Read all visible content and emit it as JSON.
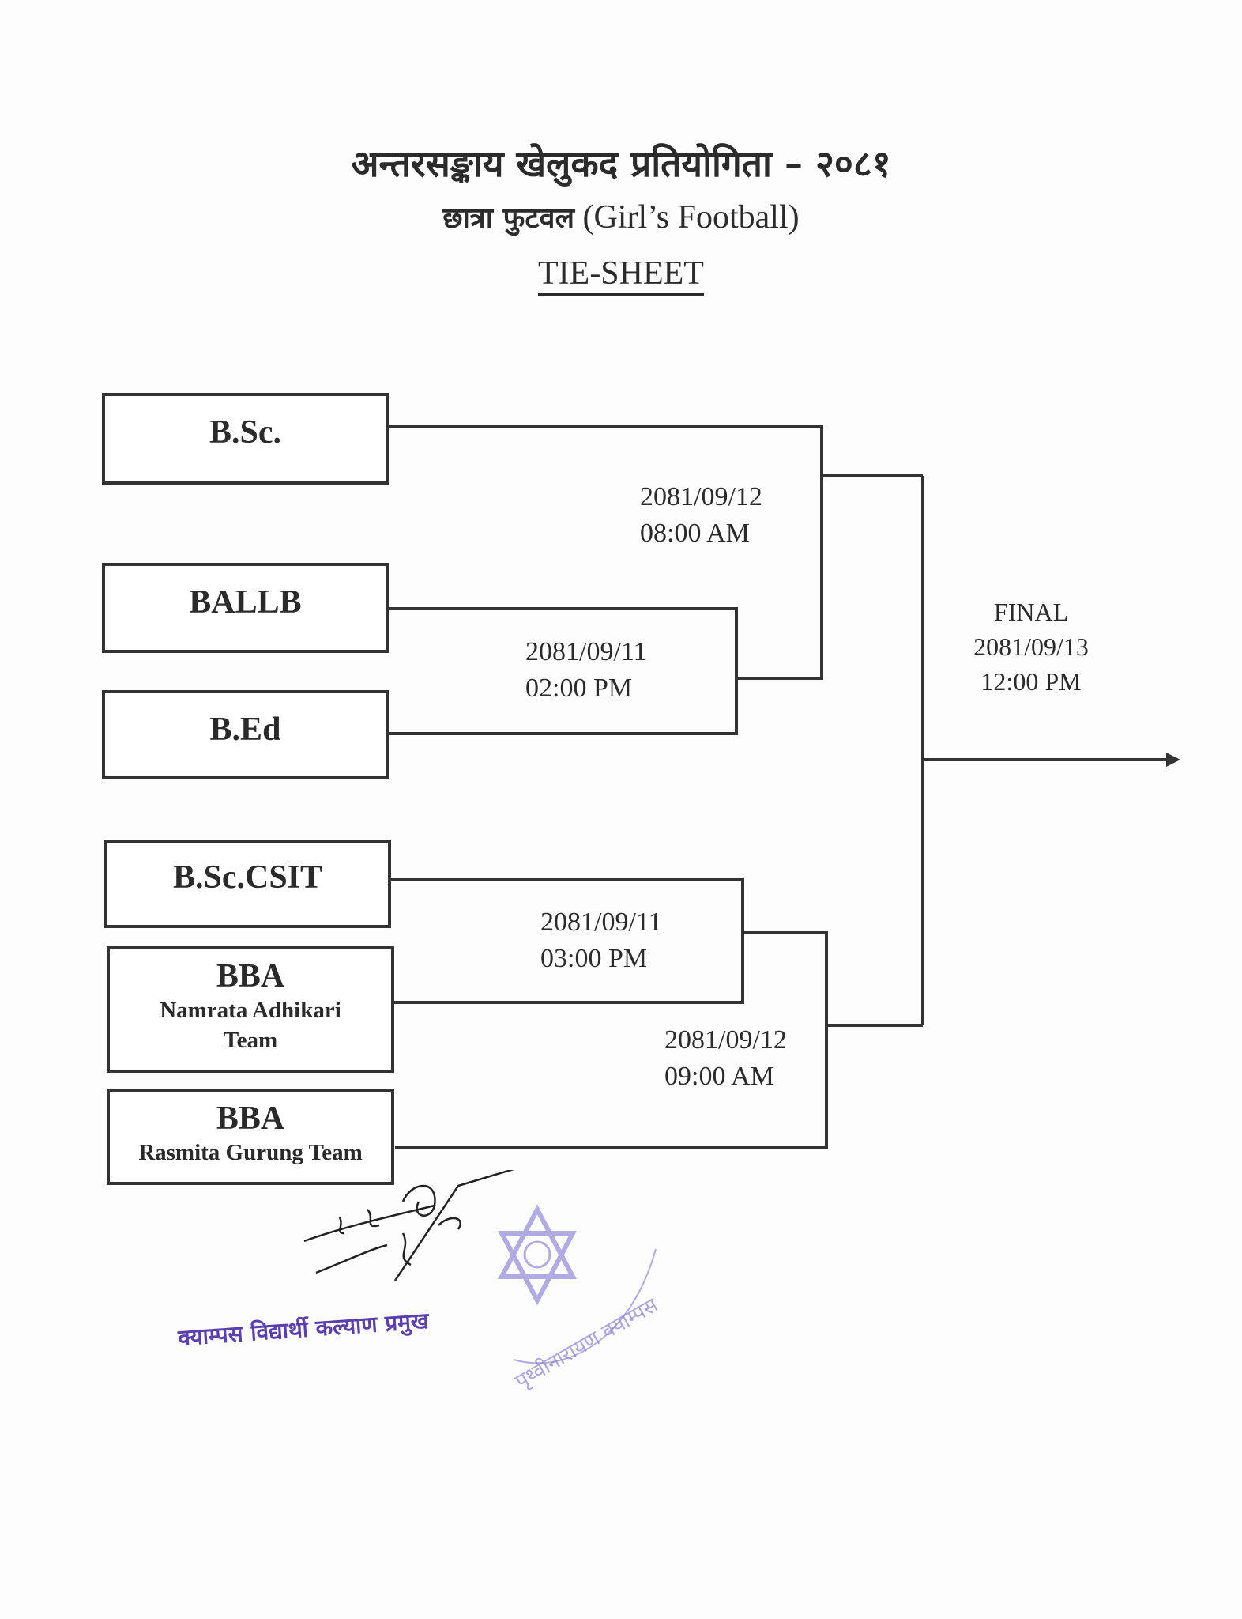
{
  "header": {
    "title_nepali": "अन्तरसङ्काय खेलुकद प्रतियोगिता – २०८१",
    "subtitle_nepali": "छात्रा फुटवल",
    "subtitle_english": "(Girl’s Football)",
    "sheet_label": "TIE-SHEET"
  },
  "teams": [
    {
      "name": "B.Sc.",
      "sub": ""
    },
    {
      "name": "BALLB",
      "sub": ""
    },
    {
      "name": "B.Ed",
      "sub": ""
    },
    {
      "name": "B.Sc.CSIT",
      "sub": ""
    },
    {
      "name": "BBA",
      "sub": "Namrata Adhikari Team"
    },
    {
      "name": "BBA",
      "sub": "Rasmita Gurung Team"
    }
  ],
  "matches": [
    {
      "id": "m1",
      "teams": [
        "BALLB",
        "B.Ed"
      ],
      "date": "2081/09/11",
      "time": "02:00 PM"
    },
    {
      "id": "m2",
      "teams": [
        "B.Sc.CSIT",
        "BBA (Namrata Adhikari Team)"
      ],
      "date": "2081/09/11",
      "time": "03:00 PM"
    },
    {
      "id": "m3",
      "teams": [
        "B.Sc.",
        "Winner m1"
      ],
      "date": "2081/09/12",
      "time": "08:00 AM"
    },
    {
      "id": "m4",
      "teams": [
        "Winner m2",
        "BBA (Rasmita Gurung Team)"
      ],
      "date": "2081/09/12",
      "time": "09:00 AM"
    }
  ],
  "final": {
    "label": "FINAL",
    "date": "2081/09/13",
    "time": "12:00 PM"
  },
  "footer": {
    "signature_label": "क्याम्पस विद्यार्थी कल्याण प्रमुख",
    "stamp_text": "पृथ्वीनारायण क्याम्पस"
  },
  "colors": {
    "ink": "#2b2b2b",
    "stamp": "#5a3fb0"
  }
}
